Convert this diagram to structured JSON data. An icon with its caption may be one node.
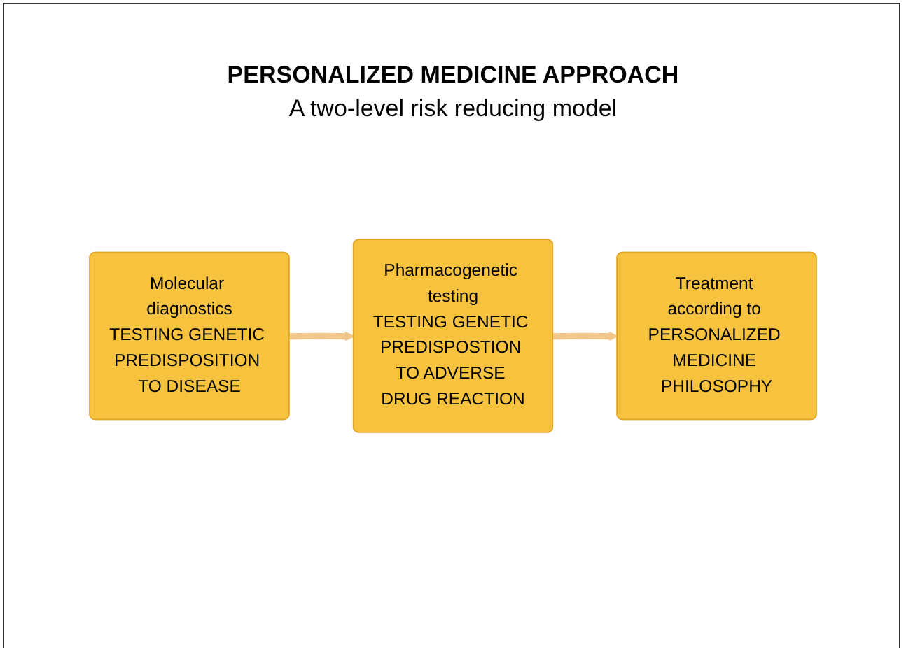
{
  "diagram": {
    "title": "PERSONALIZED MEDICINE APPROACH",
    "nodes": [
      {
        "text": [
          "Molecular diagnostics",
          "TESTING GENETIC PREDISPOSITION TO DISEASE"
        ]
      },
      {
        "text": [
          "Pharmacogenetic testing",
          "TESTING GENETIC PREDISPOSTION TO ADVERSE DRUG REACTION"
        ]
      },
      {
        "text": [
          "Treatment according to PERSONALIZED MEDICINE PHILOSOPHY"
        ]
      }
    ],
    "edges": [
      {
        "from": 0,
        "to": 1,
        "arrow": "to"
      },
      {
        "from": 1,
        "to": 2,
        "arrow": "to"
      }
    ],
    "labels": [
      "A two-level risk reducing model"
    ]
  }
}
